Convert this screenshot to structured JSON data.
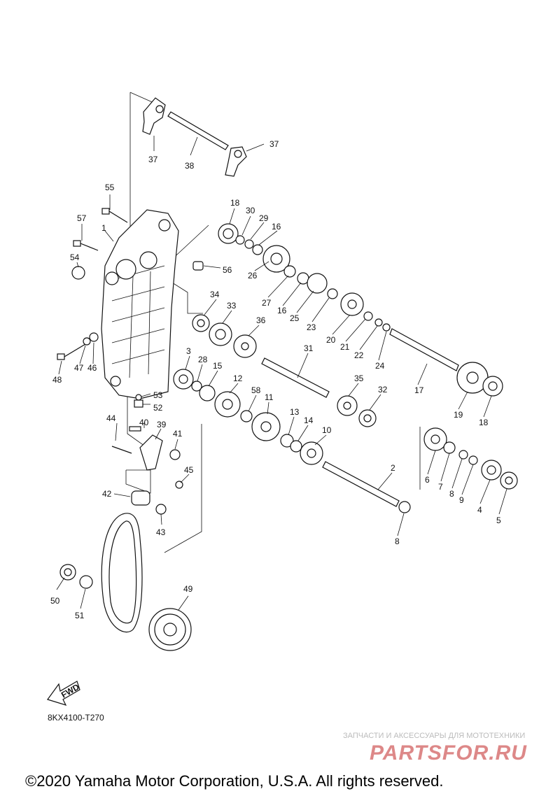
{
  "diagram": {
    "code": "8KX4100-T270",
    "fwd_label": "FWD",
    "labels": {
      "p1": "1",
      "p2": "2",
      "p3": "3",
      "p4": "4",
      "p5": "5",
      "p6": "6",
      "p7": "7",
      "p8a": "8",
      "p8b": "8",
      "p9": "9",
      "p10": "10",
      "p11": "11",
      "p12": "12",
      "p13": "13",
      "p14": "14",
      "p15": "15",
      "p16a": "16",
      "p16b": "16",
      "p17": "17",
      "p18a": "18",
      "p18b": "18",
      "p19": "19",
      "p20": "20",
      "p21": "21",
      "p22": "22",
      "p23": "23",
      "p24": "24",
      "p25": "25",
      "p26": "26",
      "p27": "27",
      "p28": "28",
      "p29": "29",
      "p30": "30",
      "p31": "31",
      "p32": "32",
      "p33": "33",
      "p34": "34",
      "p35": "35",
      "p36": "36",
      "p37a": "37",
      "p37b": "37",
      "p38": "38",
      "p39": "39",
      "p40": "40",
      "p41": "41",
      "p42": "42",
      "p43": "43",
      "p44": "44",
      "p45": "45",
      "p46": "46",
      "p47": "47",
      "p48": "48",
      "p49": "49",
      "p50": "50",
      "p51": "51",
      "p52": "52",
      "p53": "53",
      "p54": "54",
      "p55": "55",
      "p56": "56",
      "p57": "57",
      "p58": "58"
    }
  },
  "watermark": {
    "tagline": "ЗАПЧАСТИ И АКСЕССУАРЫ ДЛЯ МОТОТЕХНИКИ",
    "brand": "PARTSFOR.RU"
  },
  "footer": {
    "copyright": "©2020 Yamaha Motor Corporation, U.S.A. All rights reserved."
  }
}
